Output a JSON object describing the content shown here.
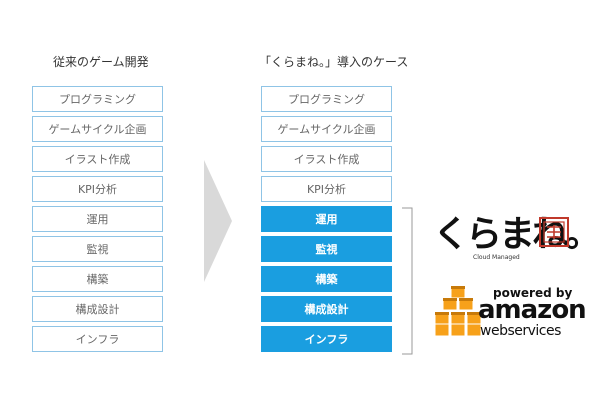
{
  "left_column": {
    "title": "従来のゲーム開発",
    "items": [
      {
        "label": "プログラミング"
      },
      {
        "label": "ゲームサイクル企画"
      },
      {
        "label": "イラスト作成"
      },
      {
        "label": "KPI分析"
      },
      {
        "label": "運用"
      },
      {
        "label": "監視"
      },
      {
        "label": "構築"
      },
      {
        "label": "構成設計"
      },
      {
        "label": "インフラ"
      }
    ]
  },
  "right_column": {
    "title": "「くらまね。」導入のケース",
    "items": [
      {
        "label": "プログラミング",
        "highlighted": false
      },
      {
        "label": "ゲームサイクル企画",
        "highlighted": false
      },
      {
        "label": "イラスト作成",
        "highlighted": false
      },
      {
        "label": "KPI分析",
        "highlighted": false
      },
      {
        "label": "運用",
        "highlighted": true
      },
      {
        "label": "監視",
        "highlighted": true
      },
      {
        "label": "構築",
        "highlighted": true
      },
      {
        "label": "構成設計",
        "highlighted": true
      },
      {
        "label": "インフラ",
        "highlighted": true
      }
    ]
  },
  "logos": {
    "kuramane": {
      "wordmark": "くらまね。",
      "subtitle": "Cloud Managed"
    },
    "aws": {
      "powered_by": "powered by",
      "amazon": "amazon",
      "web_services": "webservices"
    }
  },
  "colors": {
    "highlight": "#1a9ee0",
    "box_border": "#8fc4e6",
    "arrow": "#d9d9d9",
    "aws_orange": "#f7a11a",
    "seal_red": "#c0392b"
  }
}
